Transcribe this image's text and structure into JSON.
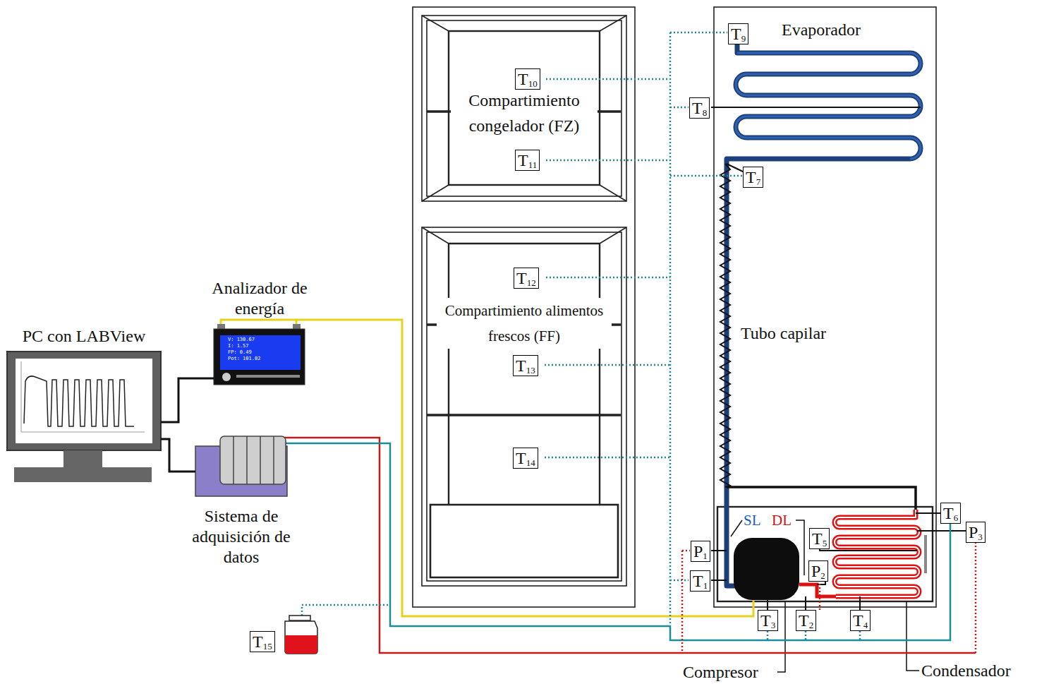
{
  "diagram": {
    "nodes": [
      {
        "text": [
          "PC con LABView"
        ]
      },
      {
        "text": [
          "Analizador de energía",
          "V: 130.67",
          "I: 1.57",
          "FP: 0.49",
          "Pot: 101.02"
        ]
      },
      {
        "text": [
          "Sistema de adquisición de datos"
        ]
      },
      {
        "text": [
          "Compartimiento congelador (FZ)"
        ]
      },
      {
        "text": [
          "T10"
        ],
        "in": 3
      },
      {
        "text": [
          "T11"
        ],
        "in": 3
      },
      {
        "text": [
          "Compartimiento alimentos frescos (FF)"
        ]
      },
      {
        "text": [
          "T12"
        ],
        "in": 6
      },
      {
        "text": [
          "T13"
        ],
        "in": 6
      },
      {
        "text": [
          "T14"
        ],
        "in": 6
      },
      {
        "text": [
          "T9"
        ]
      },
      {
        "text": [
          "T8"
        ]
      },
      {
        "text": [
          "T7"
        ]
      },
      {
        "text": [
          "T6"
        ]
      },
      {
        "text": [
          "P3"
        ]
      },
      {
        "text": [
          "T5"
        ]
      },
      {
        "text": [
          "P1"
        ]
      },
      {
        "text": [
          "P2"
        ]
      },
      {
        "text": [
          "T1"
        ]
      },
      {
        "text": [
          "T3"
        ]
      },
      {
        "text": [
          "T2"
        ]
      },
      {
        "text": [
          "T4"
        ]
      },
      {
        "text": [
          "T15"
        ]
      }
    ],
    "edges": [
      {
        "from": 0,
        "to": 1,
        "arrow": "none"
      },
      {
        "from": 0,
        "to": 2,
        "arrow": "none"
      }
    ],
    "labels": [
      "Evaporador",
      "Tubo capilar",
      "SL",
      "DL",
      "Compresor",
      "Condensador"
    ]
  }
}
